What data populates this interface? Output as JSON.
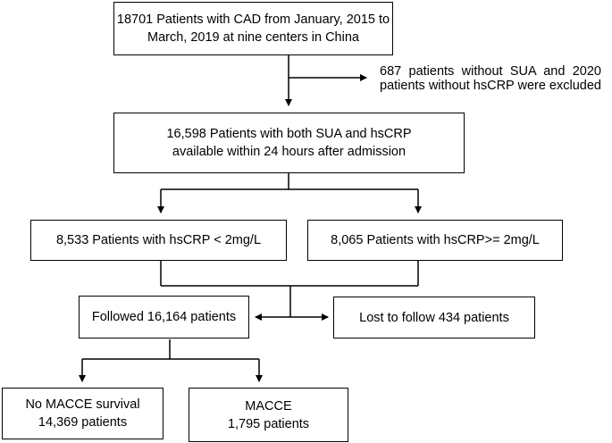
{
  "flowchart": {
    "enrollment": "18701 Patients with CAD from January, 2015 to March, 2019 at nine centers in China",
    "exclusion_note": "687 patients without SUA and 2020 patients without hsCRP were excluded",
    "available": "16,598 Patients with both SUA and hsCRP available within 24 hours after admission",
    "group_low": "8,533 Patients with hsCRP < 2mg/L",
    "group_high": "8,065 Patients with hsCRP>= 2mg/L",
    "followed": "Followed 16,164 patients",
    "lost": "Lost to follow 434 patients",
    "no_macce": "No MACCE survival\n14,369 patients",
    "macce": "MACCE\n1,795 patients"
  },
  "colors": {
    "line": "#000000",
    "box_fill": "#ffffff"
  }
}
